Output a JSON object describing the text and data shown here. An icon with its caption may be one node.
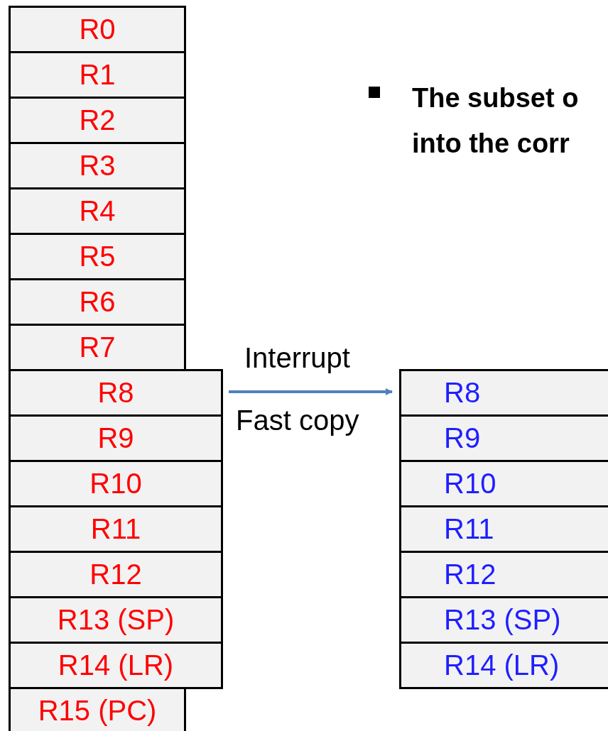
{
  "diagram": {
    "nodes": [
      {
        "text": [
          "R0"
        ]
      },
      {
        "text": [
          "R1"
        ]
      },
      {
        "text": [
          "R2"
        ]
      },
      {
        "text": [
          "R3"
        ]
      },
      {
        "text": [
          "R4"
        ]
      },
      {
        "text": [
          "R5"
        ]
      },
      {
        "text": [
          "R6"
        ]
      },
      {
        "text": [
          "R7"
        ]
      },
      {
        "text": [
          "R8"
        ]
      },
      {
        "text": [
          "R9"
        ]
      },
      {
        "text": [
          "R10"
        ]
      },
      {
        "text": [
          "R11"
        ]
      },
      {
        "text": [
          "R12"
        ]
      },
      {
        "text": [
          "R13 (SP)"
        ]
      },
      {
        "text": [
          "R14 (LR)"
        ]
      },
      {
        "text": [
          "R15 (PC)"
        ]
      },
      {
        "text": [
          "R8"
        ]
      },
      {
        "text": [
          "R9"
        ]
      },
      {
        "text": [
          "R10"
        ]
      },
      {
        "text": [
          "R11"
        ]
      },
      {
        "text": [
          "R12"
        ]
      },
      {
        "text": [
          "R13 (SP)"
        ]
      },
      {
        "text": [
          "R14 (LR)"
        ]
      }
    ],
    "edges": [
      {
        "from": 8,
        "to": 16,
        "arrow": "to",
        "label": "Interrupt"
      }
    ],
    "labels": [
      "The subset o into the corr",
      "Fast copy"
    ]
  }
}
